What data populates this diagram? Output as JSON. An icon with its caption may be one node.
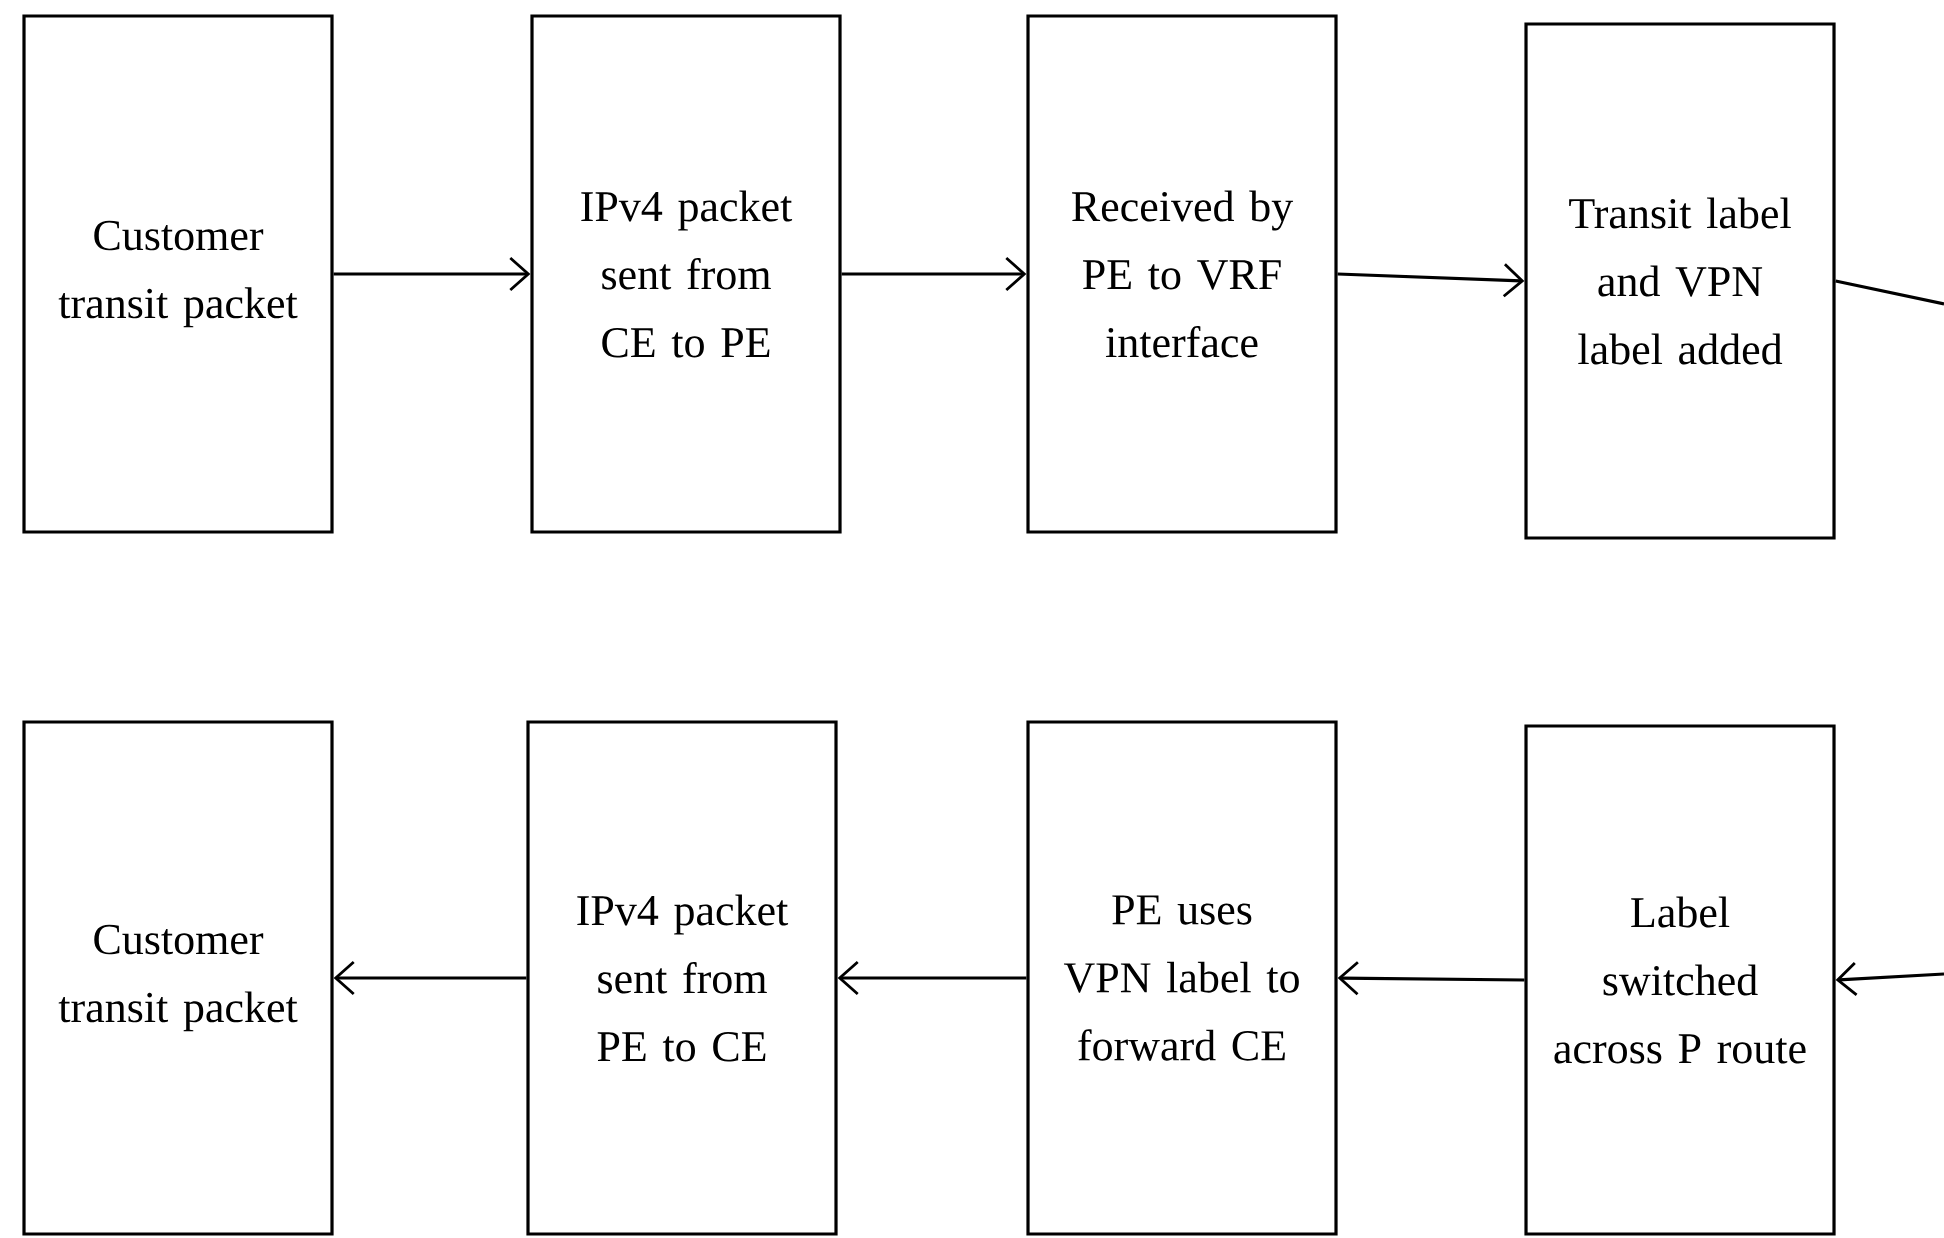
{
  "diagram": {
    "nodes": [
      {
        "text": [
          "Customer transit packet"
        ]
      },
      {
        "text": [
          "IPv4 packet sent from CE to PE"
        ]
      },
      {
        "text": [
          "Received by PE to VRF interface"
        ]
      },
      {
        "text": [
          "Transit label and VPN label added"
        ]
      },
      {
        "text": [
          "Customer transit packet"
        ]
      },
      {
        "text": [
          "IPv4 packet sent from PE to CE"
        ]
      },
      {
        "text": [
          "PE uses VPN label to forward CE"
        ]
      },
      {
        "text": [
          "Label switched across P route"
        ]
      }
    ],
    "edges": [
      {
        "from": 0,
        "to": 1,
        "arrow": "to"
      },
      {
        "from": 1,
        "to": 2,
        "arrow": "to"
      },
      {
        "from": 2,
        "to": 3,
        "arrow": "to"
      },
      {
        "from": 3,
        "to": null,
        "arrow": "none"
      },
      {
        "from": null,
        "to": 7,
        "arrow": "to"
      },
      {
        "from": 7,
        "to": 6,
        "arrow": "to"
      },
      {
        "from": 6,
        "to": 5,
        "arrow": "to"
      },
      {
        "from": 5,
        "to": 4,
        "arrow": "to"
      }
    ]
  }
}
